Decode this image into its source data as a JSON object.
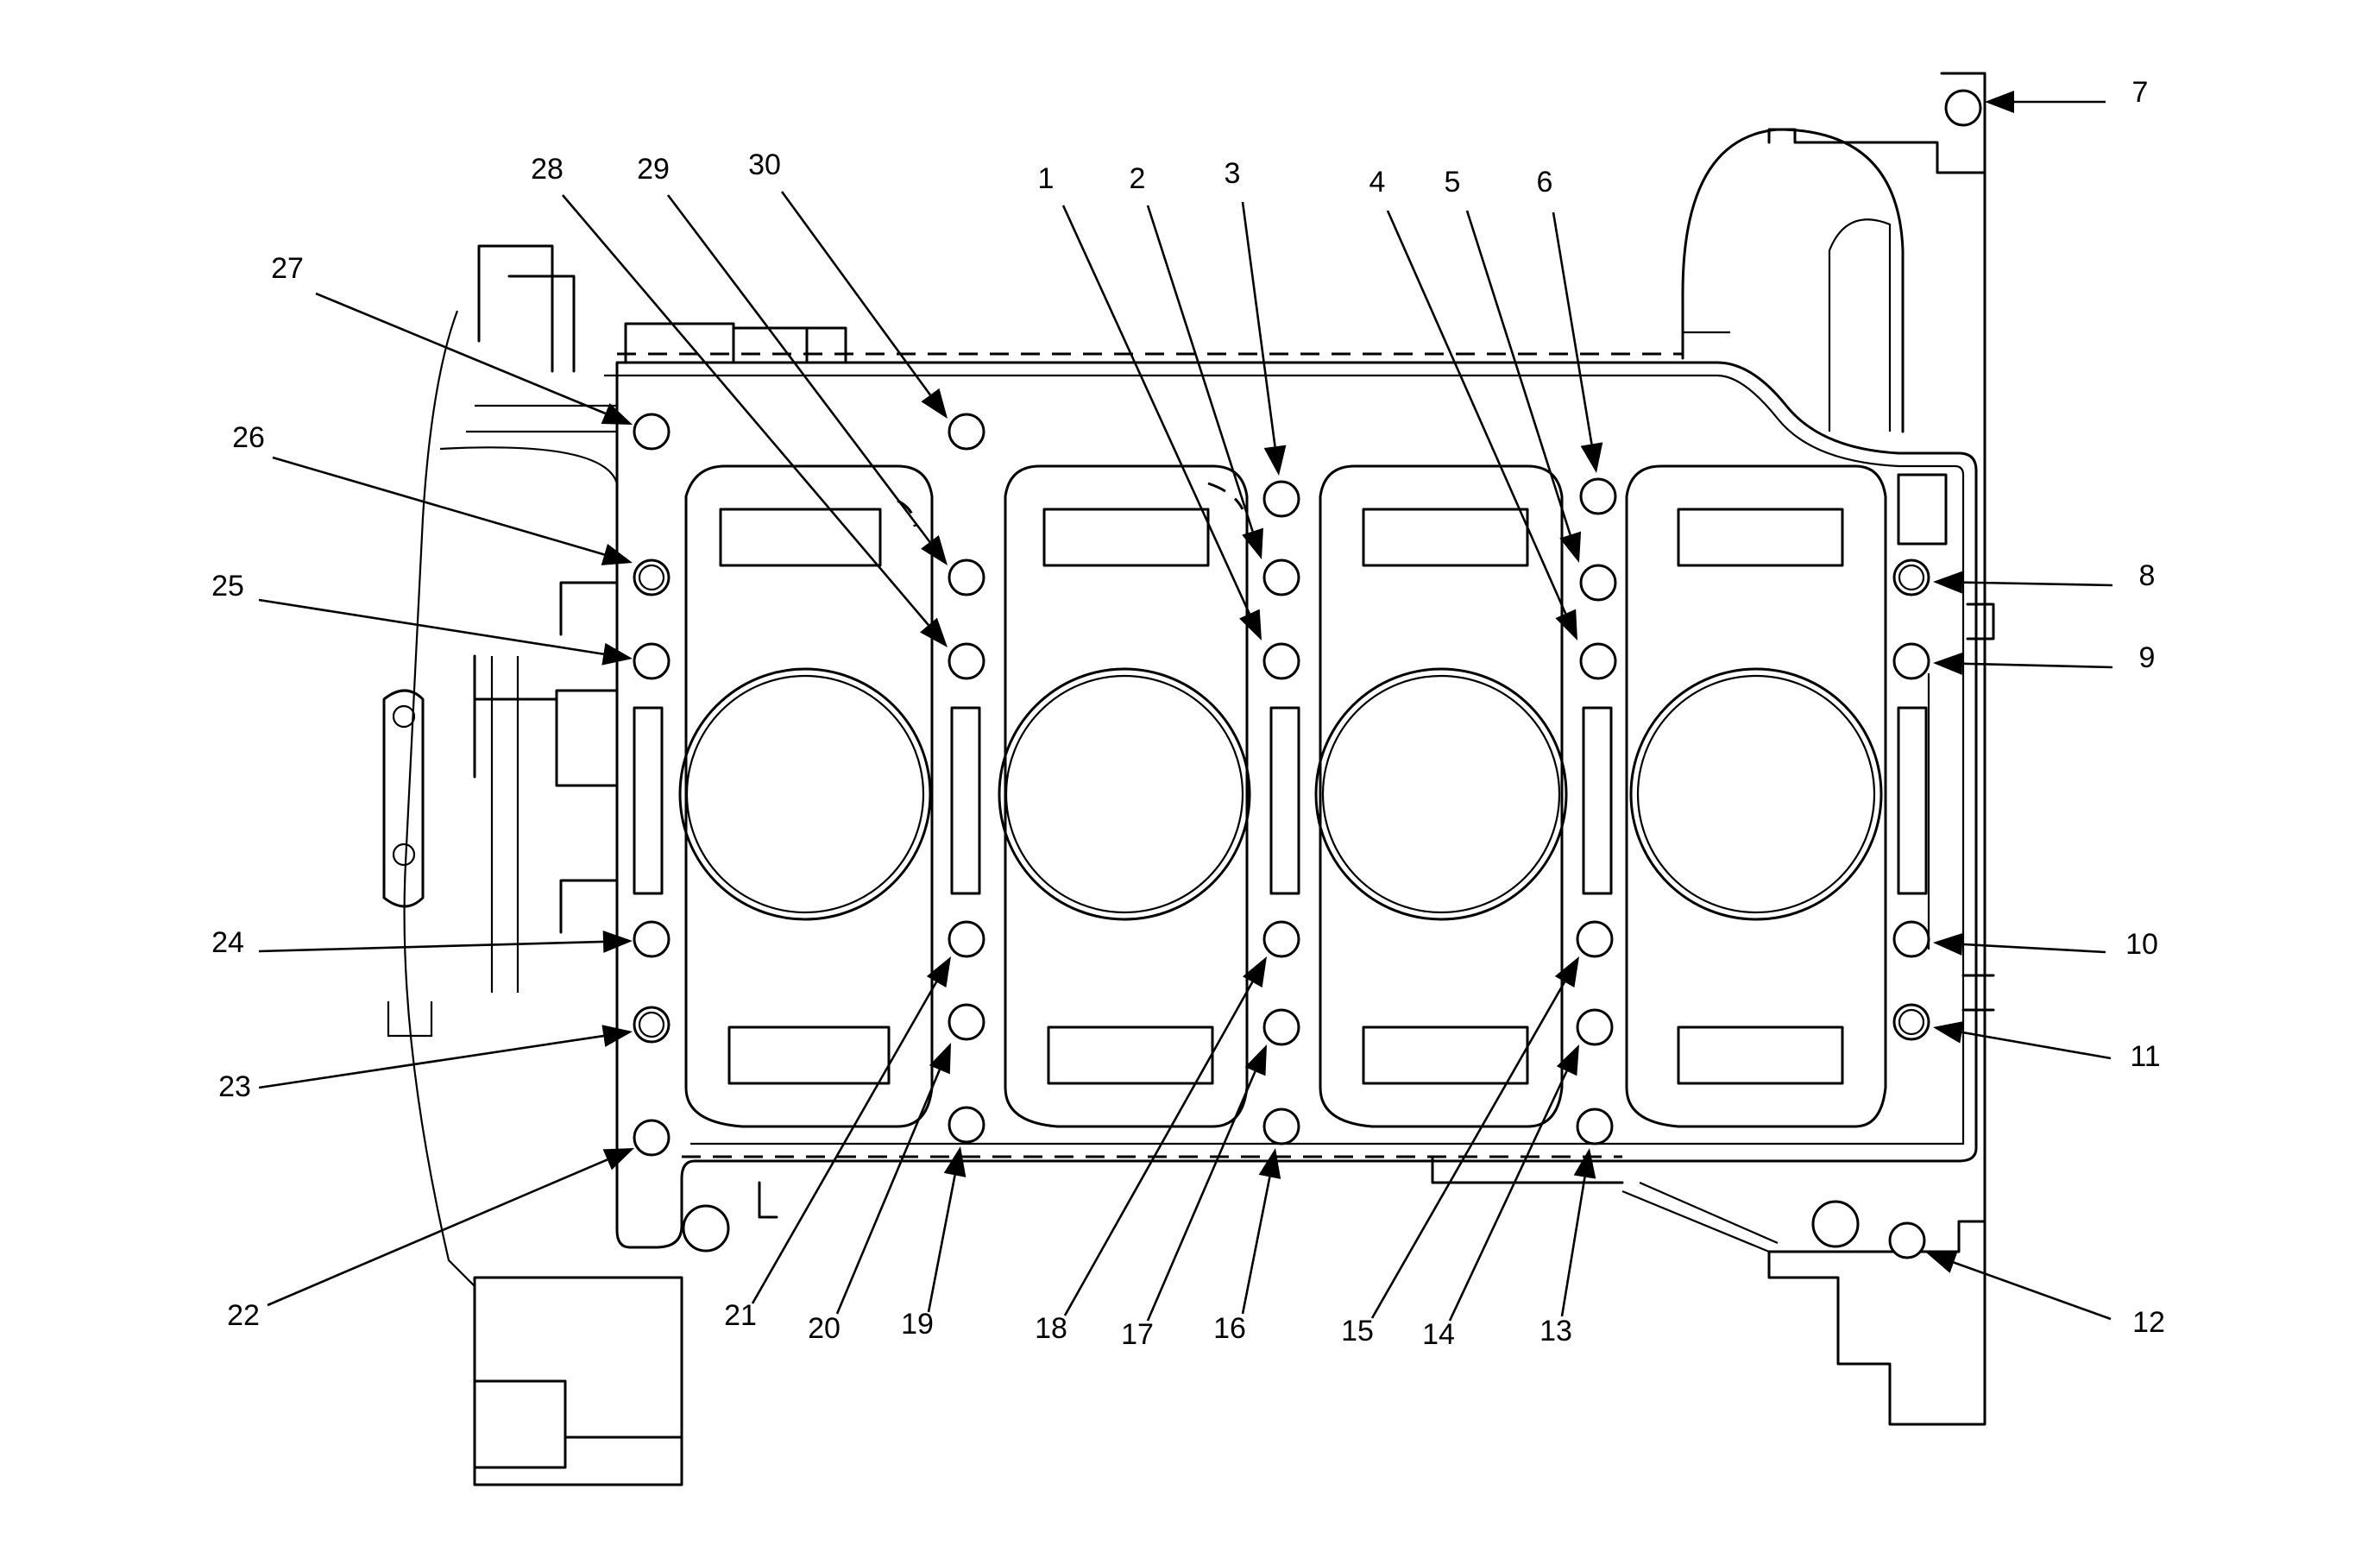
{
  "callouts": [
    {
      "label": "1",
      "hole": "h1"
    },
    {
      "label": "2",
      "hole": "h2"
    },
    {
      "label": "3",
      "hole": "h3"
    },
    {
      "label": "4",
      "hole": "h4"
    },
    {
      "label": "5",
      "hole": "h5"
    },
    {
      "label": "6",
      "hole": "h6"
    },
    {
      "label": "7",
      "hole": "h7"
    },
    {
      "label": "8",
      "hole": "h8"
    },
    {
      "label": "9",
      "hole": "h9"
    },
    {
      "label": "10",
      "hole": "h10"
    },
    {
      "label": "11",
      "hole": "h11"
    },
    {
      "label": "12",
      "hole": "h12"
    },
    {
      "label": "13",
      "hole": "h13"
    },
    {
      "label": "14",
      "hole": "h14"
    },
    {
      "label": "15",
      "hole": "h15"
    },
    {
      "label": "16",
      "hole": "h16"
    },
    {
      "label": "17",
      "hole": "h17"
    },
    {
      "label": "18",
      "hole": "h18"
    },
    {
      "label": "19",
      "hole": "h19"
    },
    {
      "label": "20",
      "hole": "h20"
    },
    {
      "label": "21",
      "hole": "h21"
    },
    {
      "label": "22",
      "hole": "h22"
    },
    {
      "label": "23",
      "hole": "h23"
    },
    {
      "label": "24",
      "hole": "h24"
    },
    {
      "label": "25",
      "hole": "h25"
    },
    {
      "label": "26",
      "hole": "h26"
    },
    {
      "label": "27",
      "hole": "h27"
    },
    {
      "label": "28",
      "hole": "h28"
    },
    {
      "label": "29",
      "hole": "h29"
    },
    {
      "label": "30",
      "hole": "h30"
    }
  ]
}
